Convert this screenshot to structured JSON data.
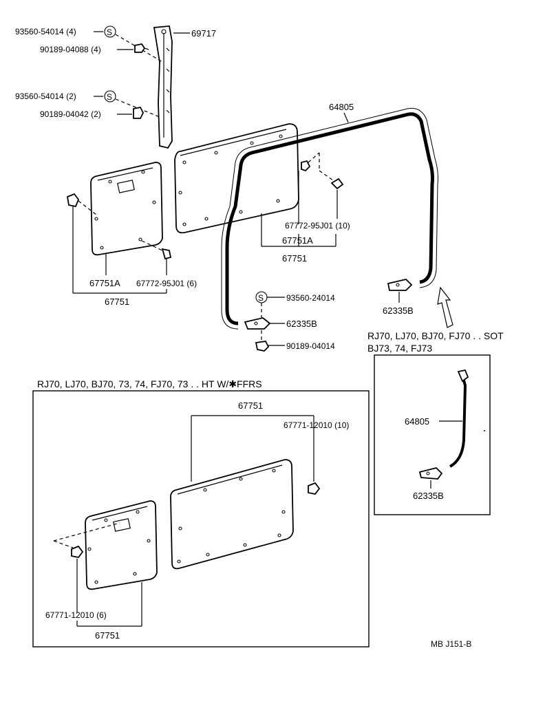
{
  "diagram": {
    "callouts": {
      "washer_4": "93560-54014 (4)",
      "screw_4": "90189-04088 (4)",
      "washer_2": "93560-54014 (2)",
      "screw_2": "90189-04042 (2)",
      "pillar_trim": "69717",
      "weatherstrip_top": "64805",
      "clip_right": "67772-95J01 (10)",
      "board_right_a": "67751A",
      "board_right": "67751",
      "board_left_a": "67751A",
      "clip_left": "67772-95J01 (6)",
      "board_left": "67751",
      "washer_single": "93560-24014",
      "retainer_left": "62335B",
      "screw_single": "90189-04014",
      "retainer_right": "62335B",
      "washer_symbol": "S"
    },
    "sot_box": {
      "heading_line1": "RJ70, LJ70, BJ70, FJ70 . . SOT",
      "heading_line2": "BJ73, 74, FJ73",
      "weatherstrip": "64805",
      "retainer": "62335B"
    },
    "ht_box": {
      "heading": "RJ70, LJ70, BJ70, 73, 74, FJ70, 73 . . HT  W/✱FFRS",
      "board_top": "67751",
      "clip_right": "67771-12010 (10)",
      "clip_left": "67771-12010 (6)",
      "board_bottom": "67751"
    },
    "footer_code": "MB  J151-B"
  }
}
